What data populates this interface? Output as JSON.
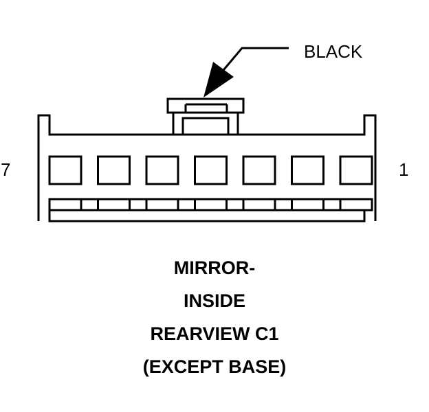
{
  "connector": {
    "wire_color_label": "BLACK",
    "pin_label_left": "7",
    "pin_label_right": "1",
    "cavity_count": 7
  },
  "title_lines": [
    "MIRROR-",
    "INSIDE",
    "REARVIEW C1",
    "(EXCEPT BASE)"
  ]
}
